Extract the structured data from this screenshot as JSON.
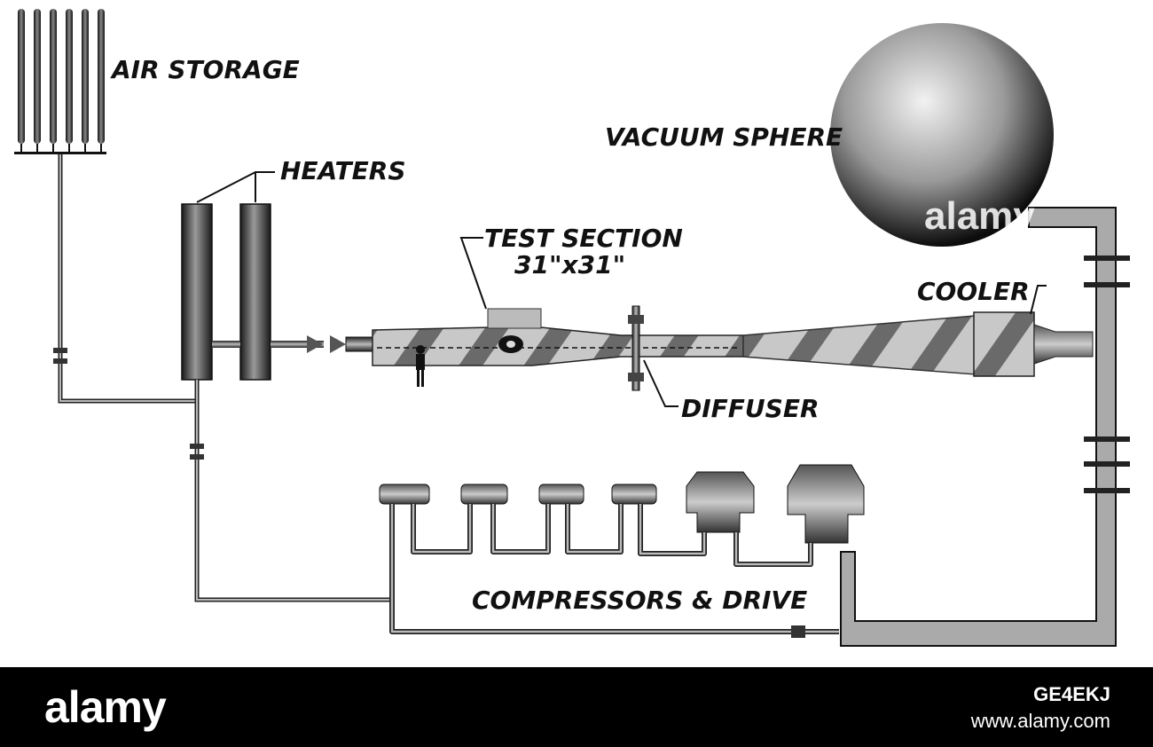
{
  "diagram": {
    "labels": {
      "air_storage": "AIR STORAGE",
      "heaters": "HEATERS",
      "test_section_line1": "TEST SECTION",
      "test_section_line2": "31\"x31\"",
      "vacuum_sphere": "VACUUM SPHERE",
      "cooler": "COOLER",
      "diffuser": "DIFFUSER",
      "compressors": "COMPRESSORS & DRIVE"
    },
    "watermark": "alamy"
  },
  "footer": {
    "logo": "alamy",
    "image_id": "GE4EKJ",
    "url": "www.alamy.com"
  }
}
